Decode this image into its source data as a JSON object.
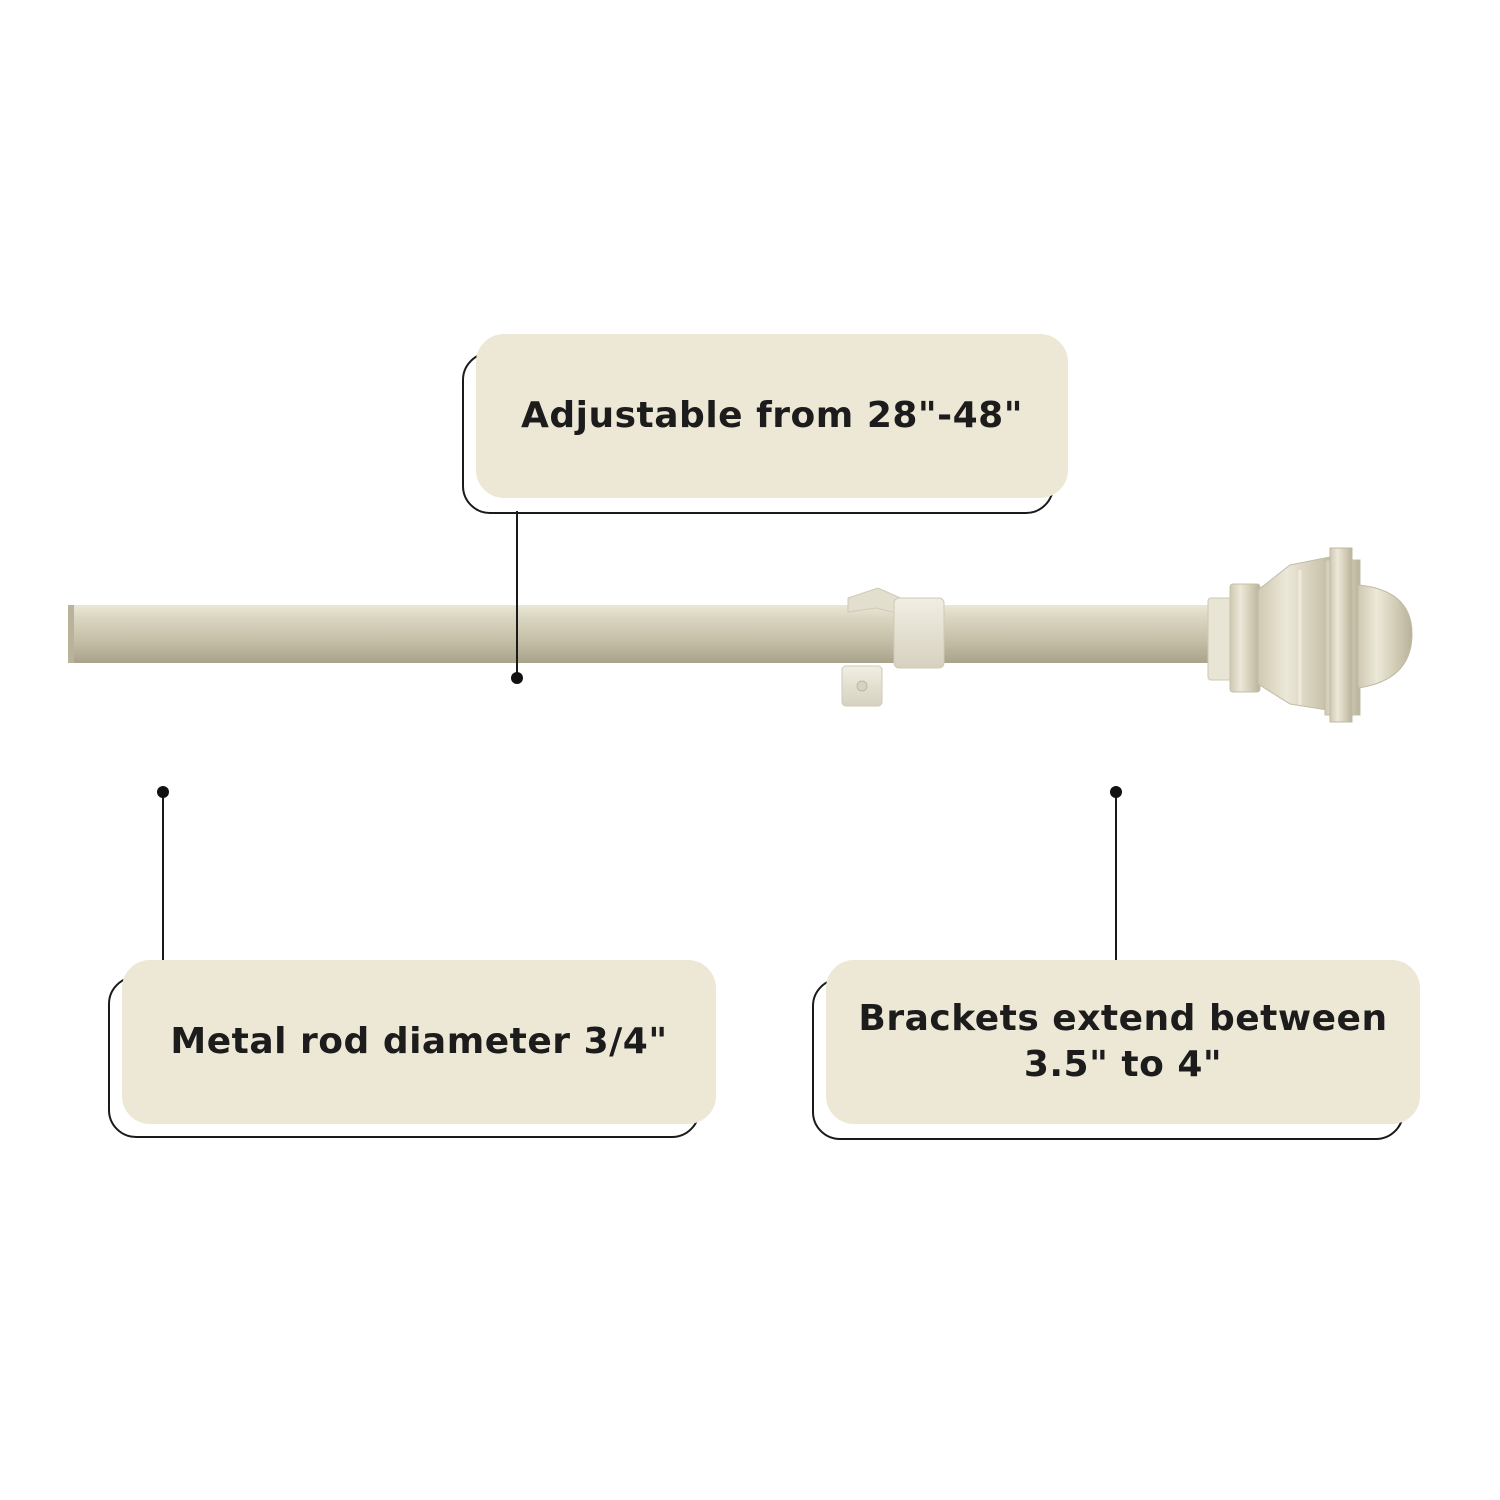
{
  "callouts": {
    "adjustable": {
      "text": "Adjustable from 28\"-48\""
    },
    "diameter": {
      "text": "Metal rod diameter 3/4\""
    },
    "brackets": {
      "text": "Brackets extend between 3.5\" to 4\""
    }
  },
  "colors": {
    "card_fill": "#ede7d6",
    "outline": "#1a1a1a",
    "rod_light": "#ddd8c4",
    "rod_mid": "#c9c3ad",
    "rod_dark": "#aca690",
    "bracket": "#e6e2d3"
  }
}
